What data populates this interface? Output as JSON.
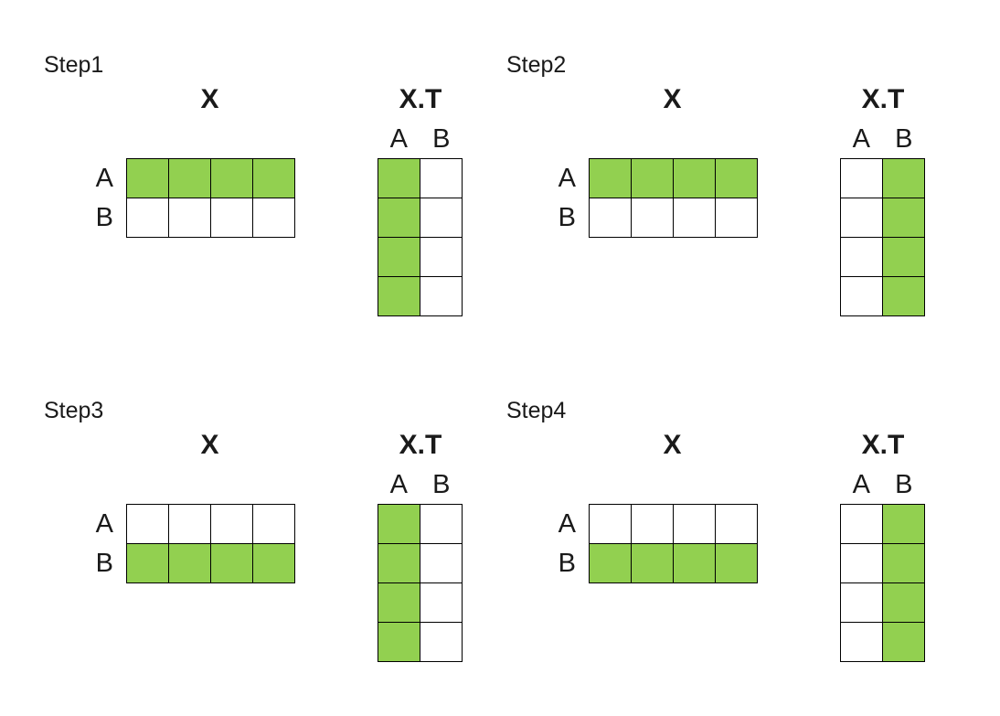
{
  "colors": {
    "highlight": "#92D050",
    "cell_bg": "#ffffff",
    "border": "#000000",
    "text": "#1a1a1a",
    "background": "#ffffff"
  },
  "steps": [
    {
      "label": "Step1",
      "x": {
        "title": "X",
        "row_labels": [
          "A",
          "B"
        ],
        "cells": [
          [
            1,
            1,
            1,
            1
          ],
          [
            0,
            0,
            0,
            0
          ]
        ]
      },
      "xt": {
        "title": "X.T",
        "col_labels": [
          "A",
          "B"
        ],
        "cells": [
          [
            1,
            0
          ],
          [
            1,
            0
          ],
          [
            1,
            0
          ],
          [
            1,
            0
          ]
        ]
      }
    },
    {
      "label": "Step2",
      "x": {
        "title": "X",
        "row_labels": [
          "A",
          "B"
        ],
        "cells": [
          [
            1,
            1,
            1,
            1
          ],
          [
            0,
            0,
            0,
            0
          ]
        ]
      },
      "xt": {
        "title": "X.T",
        "col_labels": [
          "A",
          "B"
        ],
        "cells": [
          [
            0,
            1
          ],
          [
            0,
            1
          ],
          [
            0,
            1
          ],
          [
            0,
            1
          ]
        ]
      }
    },
    {
      "label": "Step3",
      "x": {
        "title": "X",
        "row_labels": [
          "A",
          "B"
        ],
        "cells": [
          [
            0,
            0,
            0,
            0
          ],
          [
            1,
            1,
            1,
            1
          ]
        ]
      },
      "xt": {
        "title": "X.T",
        "col_labels": [
          "A",
          "B"
        ],
        "cells": [
          [
            1,
            0
          ],
          [
            1,
            0
          ],
          [
            1,
            0
          ],
          [
            1,
            0
          ]
        ]
      }
    },
    {
      "label": "Step4",
      "x": {
        "title": "X",
        "row_labels": [
          "A",
          "B"
        ],
        "cells": [
          [
            0,
            0,
            0,
            0
          ],
          [
            1,
            1,
            1,
            1
          ]
        ]
      },
      "xt": {
        "title": "X.T",
        "col_labels": [
          "A",
          "B"
        ],
        "cells": [
          [
            0,
            1
          ],
          [
            0,
            1
          ],
          [
            0,
            1
          ],
          [
            0,
            1
          ]
        ]
      }
    }
  ]
}
